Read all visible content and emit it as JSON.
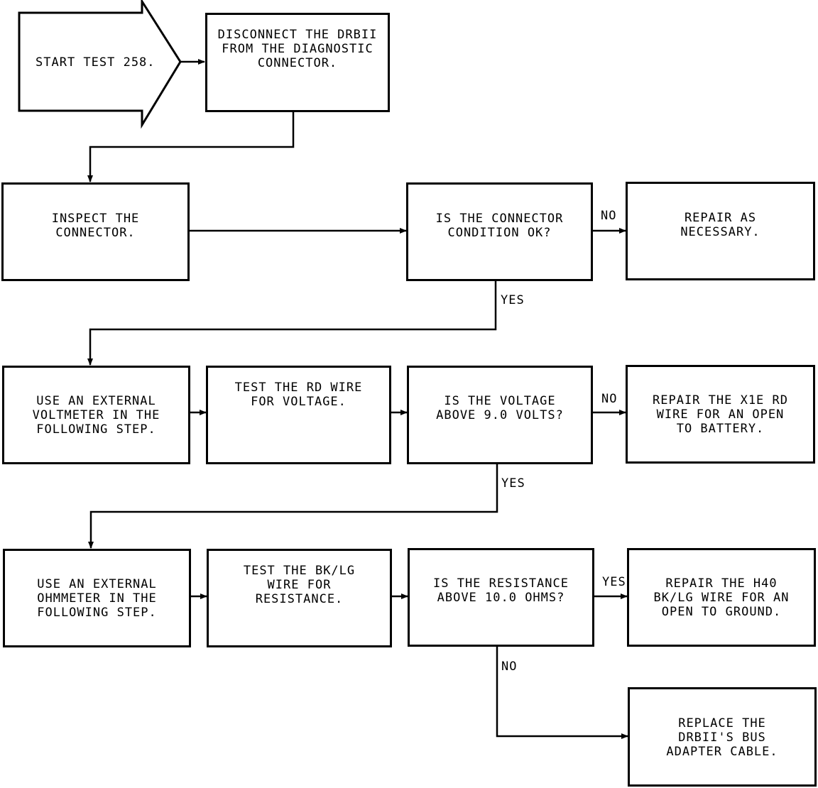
{
  "start": {
    "label": "START TEST 258."
  },
  "nodes": {
    "disconnect": "DISCONNECT THE DRBII\nFROM THE DIAGNOSTIC\nCONNECTOR.",
    "inspect": "INSPECT THE\nCONNECTOR.",
    "condition_ok": "IS THE CONNECTOR\nCONDITION OK?",
    "repair_necessary": "REPAIR AS\nNECESSARY.",
    "use_voltmeter": "USE AN EXTERNAL\nVOLTMETER IN THE\nFOLLOWING STEP.",
    "test_rd_wire": "TEST THE RD WIRE\nFOR VOLTAGE.",
    "voltage_above": "IS THE VOLTAGE\nABOVE 9.0 VOLTS?",
    "repair_x1e": "REPAIR THE X1E RD\nWIRE FOR AN OPEN\nTO BATTERY.",
    "use_ohmmeter": "USE AN EXTERNAL\nOHMMETER IN THE\nFOLLOWING STEP.",
    "test_bklg": "TEST THE BK/LG\nWIRE FOR\nRESISTANCE.",
    "resistance_above": "IS THE RESISTANCE\nABOVE 10.0 OHMS?",
    "repair_h40": "REPAIR THE H40\nBK/LG WIRE FOR AN\nOPEN TO GROUND.",
    "replace_cable": "REPLACE THE\nDRBII'S BUS\nADAPTER CABLE."
  },
  "edge_labels": {
    "condition_no": "NO",
    "condition_yes": "YES",
    "voltage_no": "NO",
    "voltage_yes": "YES",
    "resistance_yes": "YES",
    "resistance_no": "NO"
  }
}
